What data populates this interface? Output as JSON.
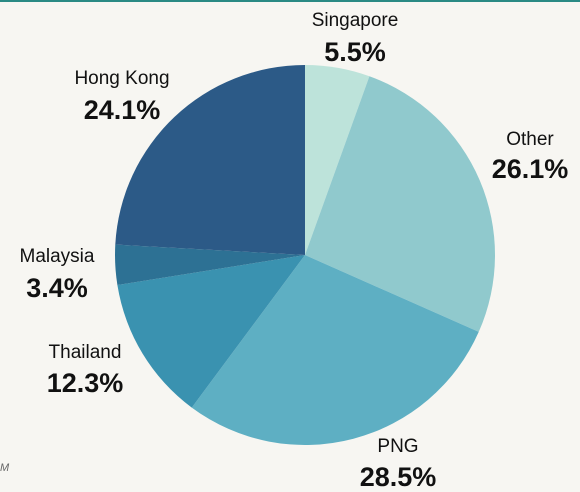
{
  "chart_data": {
    "type": "pie",
    "title": "",
    "start_angle_deg": 0,
    "direction": "clockwise",
    "slices": [
      {
        "label": "Singapore",
        "value": 5.5,
        "value_label": "5.5%",
        "color": "#bde3da"
      },
      {
        "label": "Other",
        "value": 26.1,
        "value_label": "26.1%",
        "color": "#90c9cd"
      },
      {
        "label": "PNG",
        "value": 28.5,
        "value_label": "28.5%",
        "color": "#5eafc3"
      },
      {
        "label": "Thailand",
        "value": 12.3,
        "value_label": "12.3%",
        "color": "#3a92b0"
      },
      {
        "label": "Malaysia",
        "value": 3.4,
        "value_label": "3.4%",
        "color": "#2d7194"
      },
      {
        "label": "Hong Kong",
        "value": 24.1,
        "value_label": "24.1%",
        "color": "#2c5a87"
      }
    ]
  },
  "corner_mark": "M"
}
